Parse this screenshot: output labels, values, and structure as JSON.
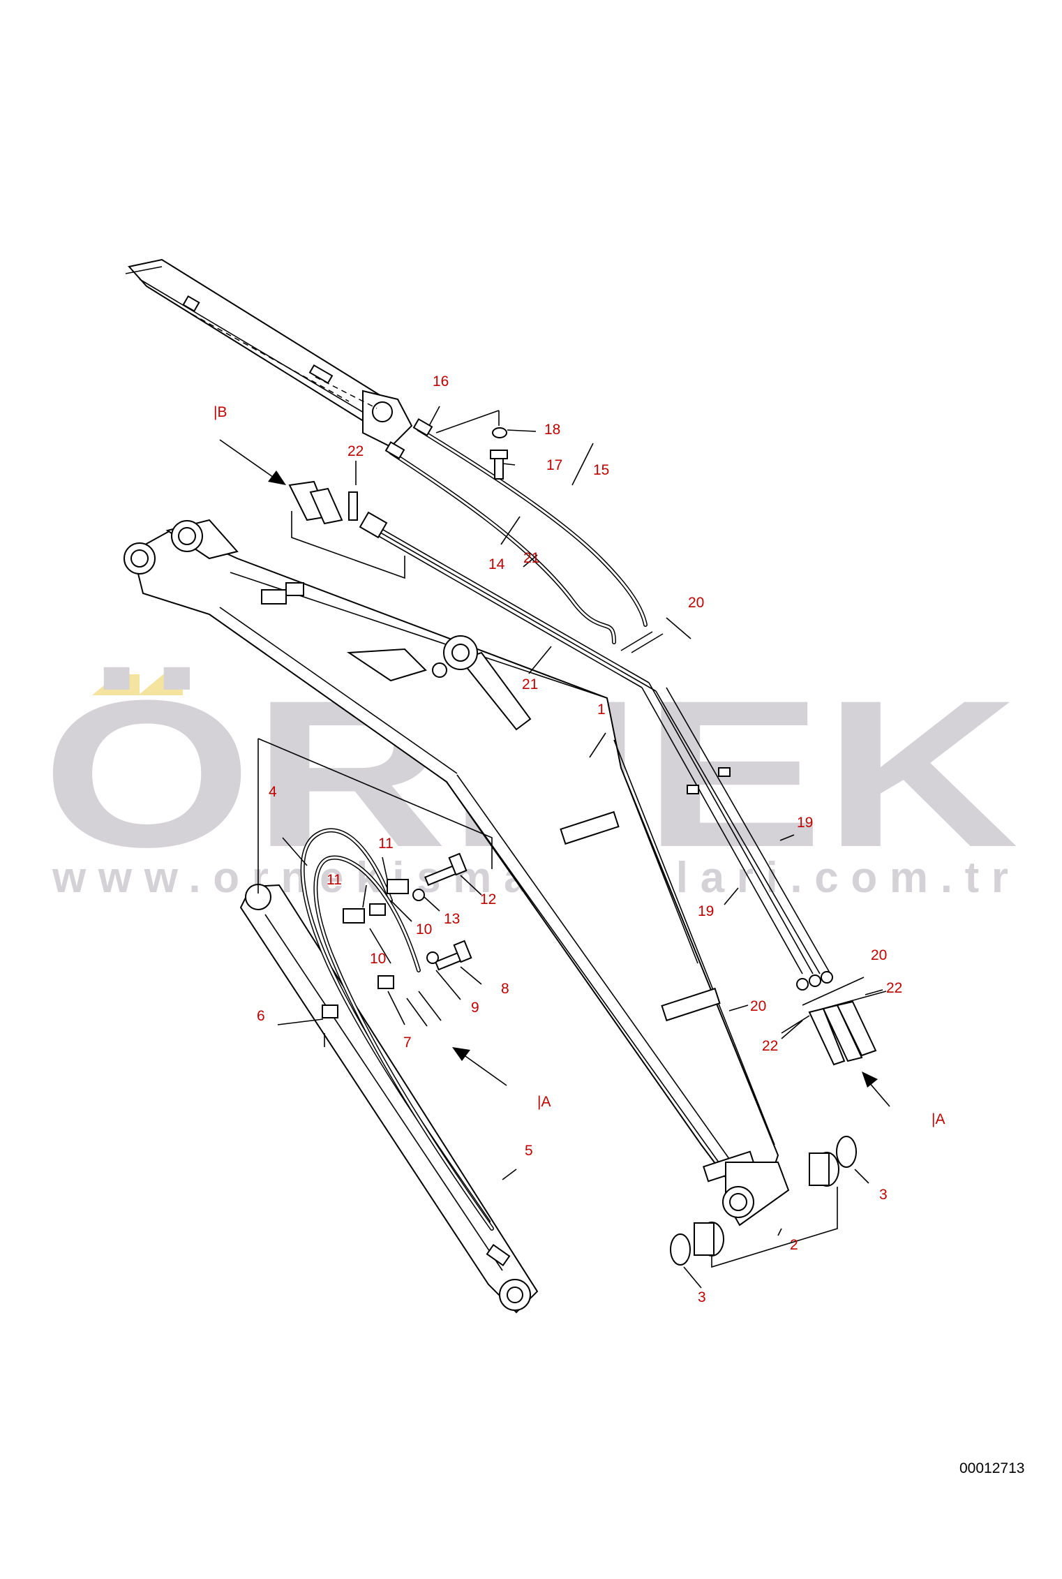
{
  "watermark": {
    "brand": "ÖRNEK",
    "url": "www.ornekismakinalari.com.tr",
    "accent_color": "#f5e3a0",
    "text_color": "#d4d2d6"
  },
  "section_labels": {
    "b_top": "|B",
    "a_left": "|A",
    "a_right": "|A"
  },
  "callouts": {
    "c1": "1",
    "c2": "2",
    "c3a": "3",
    "c3b": "3",
    "c4": "4",
    "c5": "5",
    "c6": "6",
    "c7": "7",
    "c8": "8",
    "c9": "9",
    "c10a": "10",
    "c10b": "10",
    "c11a": "11",
    "c11b": "11",
    "c12": "12",
    "c13": "13",
    "c14": "14",
    "c15": "15",
    "c16": "16",
    "c17": "17",
    "c18": "18",
    "c19a": "19",
    "c19b": "19",
    "c20a": "20",
    "c20b": "20",
    "c20c": "20",
    "c21a": "21",
    "c21b": "21",
    "c22a": "22",
    "c22b": "22",
    "c22c": "22"
  },
  "drawing_number": "00012713"
}
